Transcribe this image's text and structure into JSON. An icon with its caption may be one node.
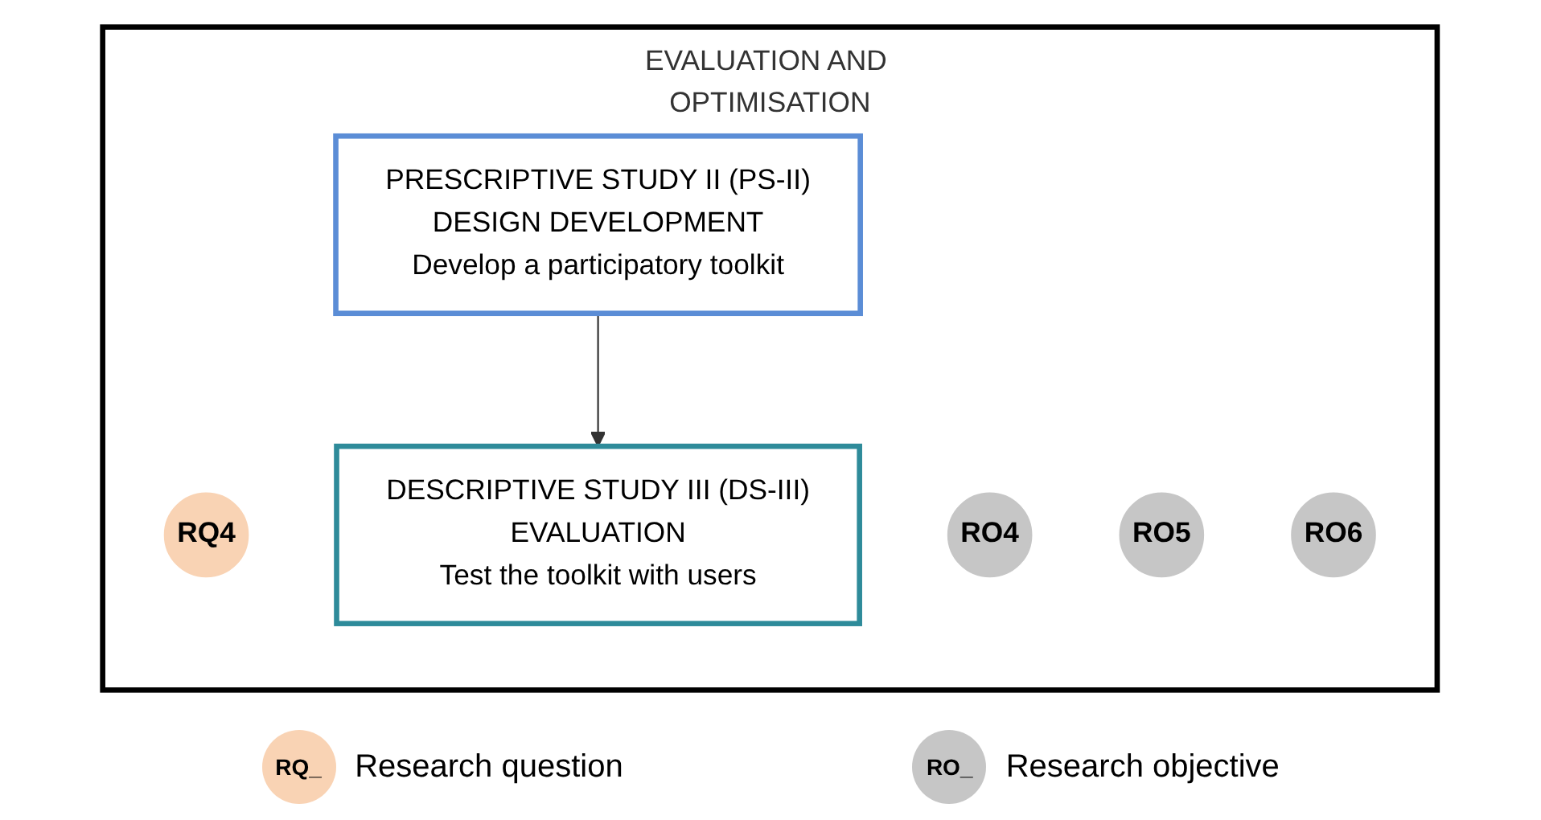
{
  "diagram": {
    "nodes": [
      {
        "text": [
          "EVALUATION AND OPTIMISATION"
        ]
      },
      {
        "text": [
          "RQ4"
        ],
        "in": 0
      },
      {
        "text": [
          "RO4"
        ],
        "in": 0
      },
      {
        "text": [
          "RO5"
        ],
        "in": 0
      },
      {
        "text": [
          "RO6"
        ],
        "in": 0
      },
      {
        "text": [
          "PRESCRIPTIVE STUDY II (PS-II)",
          "DESIGN DEVELOPMENT",
          "Develop a participatory toolkit"
        ],
        "in": 0
      },
      {
        "text": [
          "DESCRIPTIVE STUDY III (DS-III)",
          "EVALUATION",
          "Test the toolkit with users"
        ],
        "in": 0
      }
    ],
    "edges": [
      {
        "from": 5,
        "to": 6,
        "arrow": "to"
      }
    ],
    "labels": [
      "RQ_",
      "RO_"
    ],
    "legend": [
      {
        "text": "Research question",
        "color": "#f9d3b4"
      },
      {
        "text": "Research objective",
        "color": "#c6c6c6"
      }
    ]
  }
}
